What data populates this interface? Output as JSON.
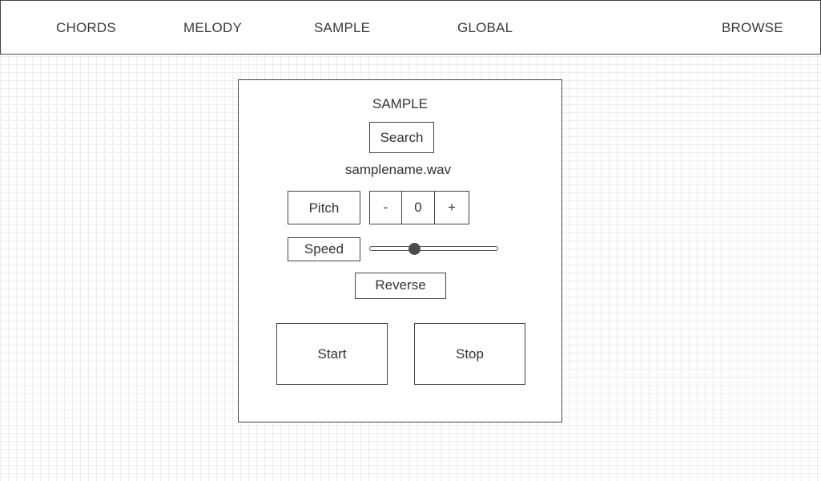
{
  "nav": {
    "chords": "CHORDS",
    "melody": "MELODY",
    "sample": "SAMPLE",
    "global": "GLOBAL",
    "browse": "BROWSE"
  },
  "sample_panel": {
    "title": "SAMPLE",
    "search_label": "Search",
    "file_name": "samplename.wav",
    "pitch": {
      "label": "Pitch",
      "minus": "-",
      "value": "0",
      "plus": "+"
    },
    "speed": {
      "label": "Speed",
      "value_fraction": 0.35
    },
    "reverse_label": "Reverse",
    "start_label": "Start",
    "stop_label": "Stop"
  }
}
